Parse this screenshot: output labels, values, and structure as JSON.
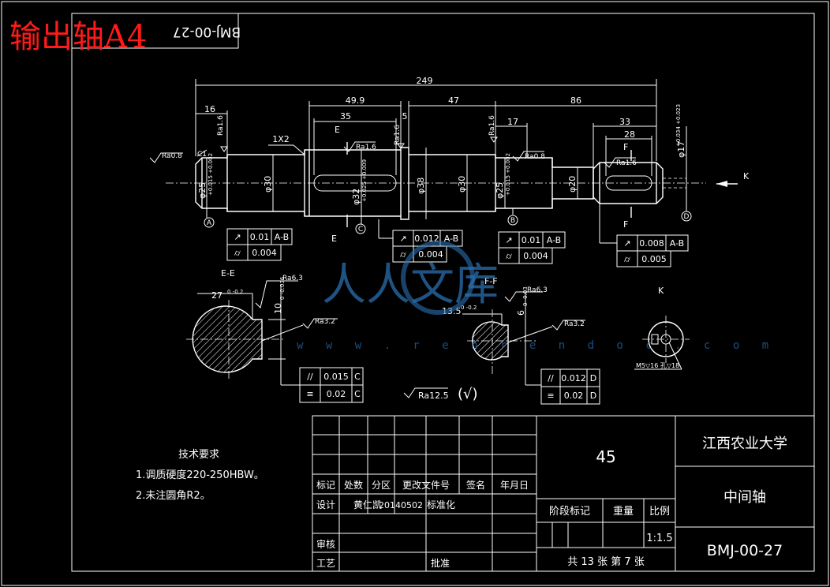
{
  "overlay_title": "输出轴A4",
  "drawing_number_rotated": "BMJ-00-27",
  "dimensions": {
    "total_length": "249",
    "d16": "16",
    "d49_9": "49.9",
    "d47": "47",
    "d86": "86",
    "d35": "35",
    "d5": "5",
    "d17": "17",
    "d33": "33",
    "d28": "28",
    "chamfer": "1X2",
    "c1": "C1",
    "dia25a": "φ25",
    "dia30a": "φ30",
    "dia32": "φ32",
    "dia38": "φ38",
    "dia30b": "φ30",
    "dia25b": "φ25",
    "dia20": "φ20",
    "dia17": "φ17",
    "tol_25": "+0.015 +0.002",
    "tol_32": "+0.025 +0.009",
    "tol_17": "+0.034 +0.023"
  },
  "roughness": {
    "ra08": "Ra0.8",
    "ra16": "Ra1.6",
    "ra63": "Ra6.3",
    "ra32": "Ra3.2",
    "general": "Ra12.5",
    "general_suffix": "(√)"
  },
  "section_labels": {
    "e": "E",
    "f": "F",
    "k": "K",
    "ee": "E-E",
    "ff": "F-F",
    "kview": "K",
    "datum_a": "A",
    "datum_b": "B",
    "datum_c": "C",
    "datum_d": "D"
  },
  "tolerance_frames": [
    {
      "sym": "↗",
      "val": "0.01",
      "ref": "A-B",
      "sym2": "⌭",
      "val2": "0.004"
    },
    {
      "sym": "↗",
      "val": "0.012",
      "ref": "A-B",
      "sym2": "⌭",
      "val2": "0.004"
    },
    {
      "sym": "↗",
      "val": "0.01",
      "ref": "A-B",
      "sym2": "⌭",
      "val2": "0.004"
    },
    {
      "sym": "↗",
      "val": "0.008",
      "ref": "A-B",
      "sym2": "⌭",
      "val2": "0.005"
    }
  ],
  "section_frames": [
    {
      "sym": "//",
      "val": "0.015",
      "ref": "C",
      "sym2": "≡",
      "val2": "0.02",
      "ref2": "C"
    },
    {
      "sym": "//",
      "val": "0.012",
      "ref": "D",
      "sym2": "≡",
      "val2": "0.02",
      "ref2": "D"
    }
  ],
  "section_dims": {
    "ee_width": "27",
    "ee_tol": "0 -0.2",
    "ee_key": "10",
    "ee_key_tol": "0 -0.036",
    "ff_width": "13.5",
    "ff_tol": "0 -0.2",
    "ff_key": "6",
    "ff_key_tol": "0 -0.03"
  },
  "k_view_note": "M5▽16 孔▽18",
  "tech_requirements": {
    "title": "技术要求",
    "items": [
      "1.调质硬度220-250HBW。",
      "2.未注圆角R2。"
    ]
  },
  "title_block": {
    "material": "45",
    "school": "江西农业大学",
    "part_name": "中间轴",
    "drawing_no": "BMJ-00-27",
    "row_labels": [
      "标记",
      "处数",
      "分区",
      "更改文件号",
      "签名",
      "年月日"
    ],
    "design": "设计",
    "designer": "黄仁凯",
    "date": "20140502",
    "standard": "标准化",
    "review": "审核",
    "process": "工艺",
    "approve": "批准",
    "stage_mark": "阶段标记",
    "weight": "重量",
    "scale": "比例",
    "scale_value": "1:1.5",
    "sheets": "共 13 张 第 7 张"
  },
  "watermark": {
    "text": "人人文库",
    "url": "w w w . r e n r e n d o c . c o m"
  }
}
